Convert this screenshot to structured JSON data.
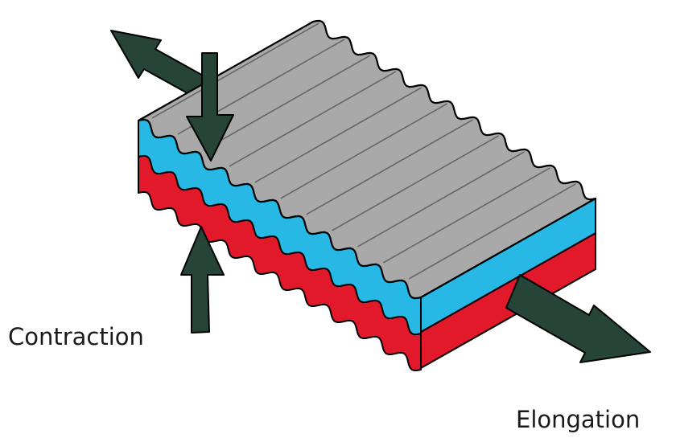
{
  "labels": {
    "contraction": "Contraction",
    "elongation": "Elongation"
  },
  "colors": {
    "corrugated_top": "#a9a9a9",
    "corrugation_lines": "#666666",
    "upper_layer": "#27b8e6",
    "lower_layer": "#e2182b",
    "arrows": "#274438",
    "outline": "#000000"
  },
  "layer_count": 3,
  "top_ridge_count": 11
}
